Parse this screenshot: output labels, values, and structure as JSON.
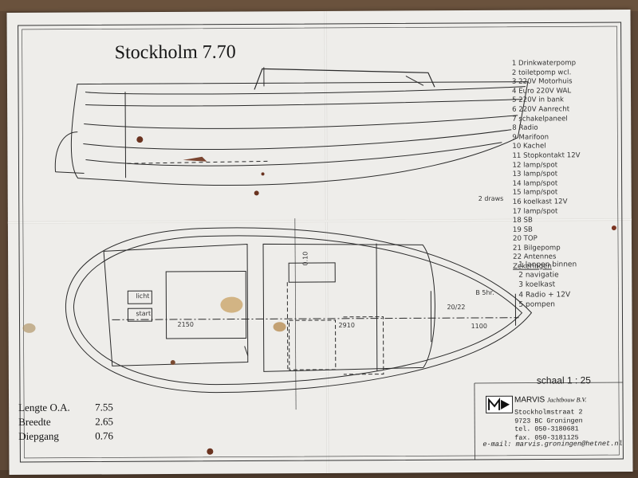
{
  "drawing": {
    "title": "Stockholm 7.70",
    "legend": [
      "1 Drinkwaterpomp",
      "2 toiletpomp wcl.",
      "3 220V Motorhuis",
      "4 Euro 220V WAL",
      "5 220V in bank",
      "6 220V Aanrecht",
      "7 schakelpaneel",
      "8 Radio",
      "9 Marifoon",
      "10 Kachel",
      "11 Stopkontakt 12V",
      "12 lamp/spot",
      "13 lamp/spot",
      "14 lamp/spot",
      "15 lamp/spot",
      "16 koelkast 12V",
      "17 lamp/spot",
      "18 SB",
      "19 SB",
      "20 TOP",
      "21 Bilgepomp",
      "22 Antennes",
      "Zekeringen"
    ],
    "legend2": [
      "1 lanpen binnen",
      "2 navigatie",
      "3 koelkast",
      "4 Radio + 12V",
      "5 pompen"
    ],
    "dims": {
      "d1": "2150",
      "d2": "2910",
      "d3": "1100",
      "ratio": "20/22",
      "d4": "0.10",
      "schr": "B 5hr.",
      "draws": "2 draws"
    },
    "labels": {
      "licht": "licht",
      "start": "start"
    },
    "scale": "schaal 1 : 25",
    "specs": [
      {
        "label": "Lengte O.A.",
        "value": "7.55"
      },
      {
        "label": "Breedte",
        "value": "2.65"
      },
      {
        "label": "Diepgang",
        "value": "0.76"
      }
    ],
    "company": {
      "name": "MARVIS",
      "sub": "Jachtbouw B.V.",
      "address": [
        "Stockholmstraat 2",
        "9723 BC Groningen",
        "tel. 050-3180681",
        "fax. 050-3181125"
      ],
      "email": "e-mail: marvis.groningen@hetnet.nl"
    }
  }
}
